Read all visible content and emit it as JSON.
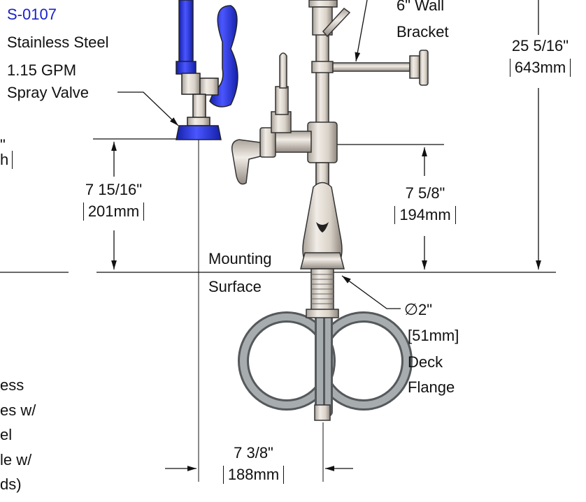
{
  "spray_valve": {
    "part_number": "S-0107",
    "line1": "Stainless Steel",
    "line2": "1.15 GPM",
    "line3": "Spray Valve"
  },
  "wall_bracket": {
    "line1": "6\" Wall",
    "line2": "Bracket"
  },
  "dim_overall_height": {
    "imperial": "25 5/16\"",
    "metric": "643mm"
  },
  "dim_spray_height": {
    "imperial": "7 15/16\"",
    "metric": "201mm"
  },
  "dim_faucet_height": {
    "imperial": "7 5/8\"",
    "metric": "194mm"
  },
  "dim_spray_reach": {
    "imperial": "7 3/8\"",
    "metric": "188mm"
  },
  "mounting_surface": {
    "line1": "Mounting",
    "line2": "Surface"
  },
  "deck_flange": {
    "diameter": "2\"",
    "metric": "[51mm]",
    "line1": "Deck",
    "line2": "Flange"
  },
  "cropped_left": {
    "dim_top": "\"",
    "dim_bottom": "h",
    "hose_line1": "ess",
    "hose_line2": "es w/",
    "hose_line3": "el",
    "hose_line4": "le w/",
    "hose_line5": "ds)"
  },
  "colors": {
    "accent_blue": "#1a22c8",
    "steel": "#d9d2c8",
    "hose": "#8a8f93"
  }
}
